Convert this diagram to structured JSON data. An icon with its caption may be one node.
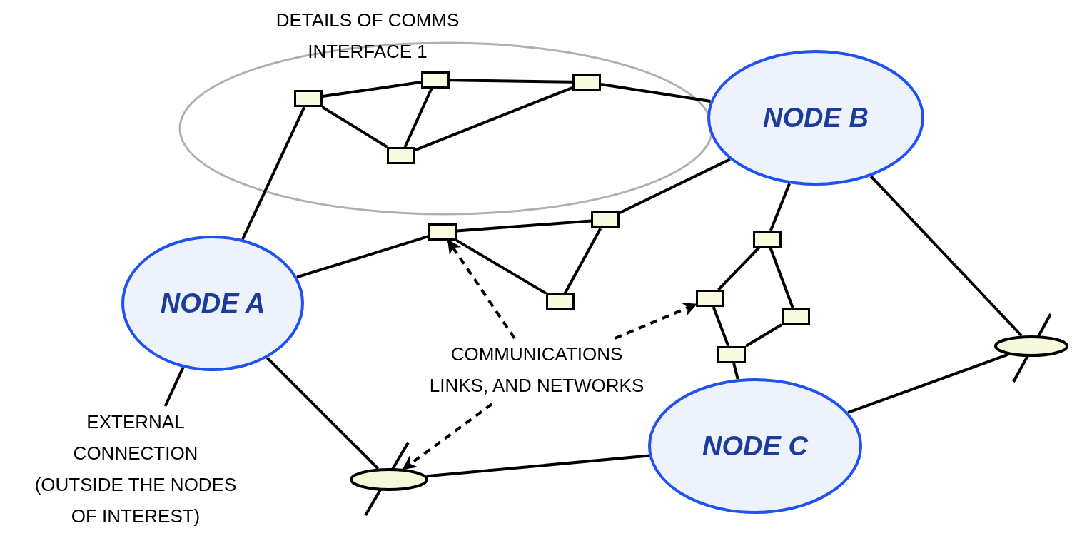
{
  "diagram": {
    "nodes": [
      {
        "text": [
          "DETAILS OF COMMS INTERFACE 1"
        ]
      },
      {
        "text": [],
        "shape": "box",
        "in": 0
      },
      {
        "text": [],
        "shape": "box",
        "in": 0
      },
      {
        "text": [],
        "shape": "box",
        "in": 0
      },
      {
        "text": [],
        "shape": "box",
        "in": 0
      },
      {
        "text": [
          "NODE B"
        ]
      },
      {
        "text": [],
        "shape": "box"
      },
      {
        "text": [],
        "shape": "box"
      },
      {
        "text": [],
        "shape": "box"
      },
      {
        "text": [
          "NODE A"
        ]
      },
      {
        "text": [],
        "shape": "box"
      },
      {
        "text": [],
        "shape": "box"
      },
      {
        "text": [],
        "shape": "box"
      },
      {
        "text": [],
        "shape": "ellipse"
      },
      {
        "text": [
          "COMMUNICATIONS LINKS, AND NETWORKS"
        ]
      },
      {
        "text": [],
        "shape": "box"
      },
      {
        "text": [
          "EXTERNAL CONNECTION (OUTSIDE THE NODES OF INTEREST)"
        ]
      },
      {
        "text": [
          "NODE C"
        ]
      },
      {
        "text": [],
        "shape": "ellipse"
      }
    ],
    "edges": [
      {
        "from": 9,
        "to": 1,
        "arrow": "none"
      },
      {
        "from": 1,
        "to": 2,
        "arrow": "none"
      },
      {
        "from": 1,
        "to": 3,
        "arrow": "none"
      },
      {
        "from": 2,
        "to": 3,
        "arrow": "none"
      },
      {
        "from": 2,
        "to": 4,
        "arrow": "none"
      },
      {
        "from": 4,
        "to": 5,
        "arrow": "none"
      },
      {
        "from": 3,
        "to": 4,
        "arrow": "none"
      },
      {
        "from": 9,
        "to": 7,
        "arrow": "none"
      },
      {
        "from": 7,
        "to": 6,
        "arrow": "none"
      },
      {
        "from": 7,
        "to": 11,
        "arrow": "none"
      },
      {
        "from": 11,
        "to": 6,
        "arrow": "none"
      },
      {
        "from": 6,
        "to": 5,
        "arrow": "none"
      },
      {
        "from": 5,
        "to": 8,
        "arrow": "none"
      },
      {
        "from": 8,
        "to": 10,
        "arrow": "none"
      },
      {
        "from": 8,
        "to": 12,
        "arrow": "none"
      },
      {
        "from": 10,
        "to": 15,
        "arrow": "none"
      },
      {
        "from": 12,
        "to": 15,
        "arrow": "none"
      },
      {
        "from": 15,
        "to": 17,
        "arrow": "none"
      },
      {
        "from": 5,
        "to": 13,
        "arrow": "none"
      },
      {
        "from": 17,
        "to": 13,
        "arrow": "none"
      },
      {
        "from": 9,
        "to": 18,
        "arrow": "none"
      },
      {
        "from": 18,
        "to": 17,
        "arrow": "none"
      },
      {
        "from": 9,
        "to": 16,
        "arrow": "none"
      },
      {
        "from": 14,
        "to": 7,
        "arrow": "to",
        "style": "dashed"
      },
      {
        "from": 14,
        "to": 10,
        "arrow": "to",
        "style": "dashed"
      },
      {
        "from": 14,
        "to": 18,
        "arrow": "to",
        "style": "dashed"
      }
    ]
  }
}
